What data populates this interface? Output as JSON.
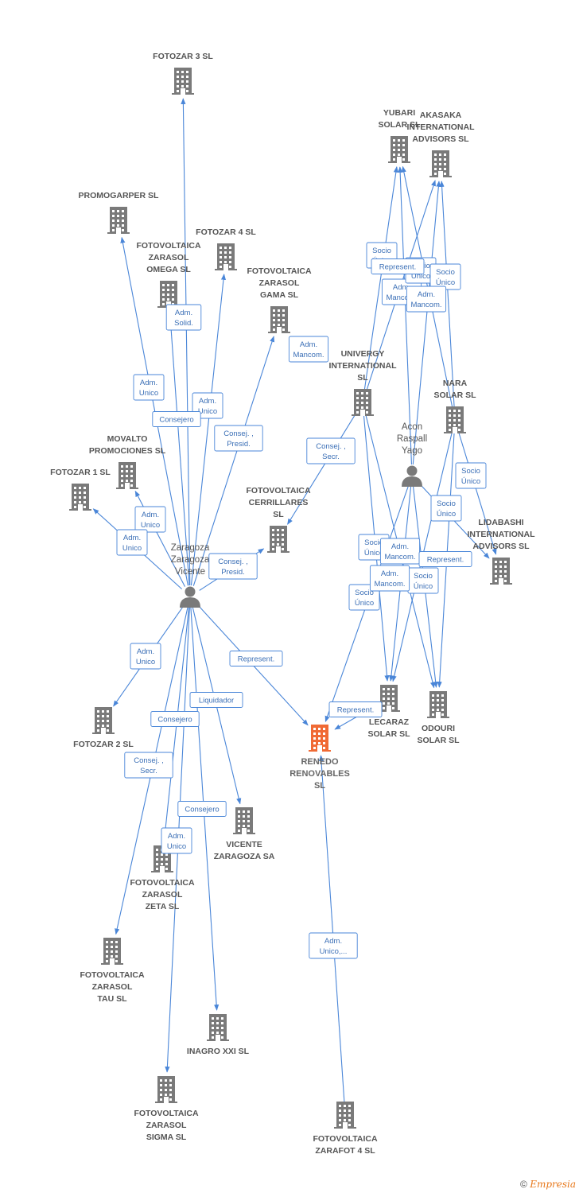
{
  "nodes": [
    {
      "id": "fotozar3",
      "kind": "company",
      "lines": [
        "FOTOZAR 3  SL"
      ]
    },
    {
      "id": "promogarper",
      "kind": "company",
      "lines": [
        "PROMOGARPER SL"
      ]
    },
    {
      "id": "fotozar4",
      "kind": "company",
      "lines": [
        "FOTOZAR 4  SL"
      ]
    },
    {
      "id": "omega",
      "kind": "company",
      "lines": [
        "FOTOVOLTAICA",
        "ZARASOL",
        "OMEGA  SL"
      ]
    },
    {
      "id": "gama",
      "kind": "company",
      "lines": [
        "FOTOVOLTAICA",
        "ZARASOL",
        "GAMA  SL"
      ]
    },
    {
      "id": "yubari",
      "kind": "company",
      "lines": [
        "YUBARI",
        "SOLAR  SL"
      ]
    },
    {
      "id": "akasaka",
      "kind": "company",
      "lines": [
        "AKASAKA",
        "INTERNATIONAL",
        "ADVISORS  SL"
      ]
    },
    {
      "id": "univergy",
      "kind": "company",
      "lines": [
        "UNIVERGY",
        "INTERNATIONAL",
        "SL"
      ]
    },
    {
      "id": "nara",
      "kind": "company",
      "lines": [
        "NARA",
        "SOLAR  SL"
      ]
    },
    {
      "id": "movalto",
      "kind": "company",
      "lines": [
        "MOVALTO",
        "PROMOCIONES SL"
      ]
    },
    {
      "id": "fotozar1",
      "kind": "company",
      "lines": [
        "FOTOZAR 1  SL"
      ]
    },
    {
      "id": "cerrillares",
      "kind": "company",
      "lines": [
        "FOTOVOLTAICA",
        "CERRILLARES",
        "SL"
      ]
    },
    {
      "id": "acon",
      "kind": "person",
      "lines": [
        "Acon",
        "Raspall",
        "Yago"
      ]
    },
    {
      "id": "lidabashi",
      "kind": "company",
      "lines": [
        "LIDABASHI",
        "INTERNATIONAL",
        "ADVISORS  SL"
      ]
    },
    {
      "id": "zaragoza",
      "kind": "person",
      "lines": [
        "Zaragoza",
        "Zaragoza",
        "Vicente"
      ]
    },
    {
      "id": "lecaraz",
      "kind": "company",
      "lines": [
        "LECARAZ",
        "SOLAR  SL"
      ]
    },
    {
      "id": "odouri",
      "kind": "company",
      "lines": [
        "ODOURI",
        "SOLAR  SL"
      ]
    },
    {
      "id": "fotozar2",
      "kind": "company",
      "lines": [
        "FOTOZAR 2  SL"
      ]
    },
    {
      "id": "renedo",
      "kind": "main",
      "lines": [
        "RENEDO",
        "RENOVABLES",
        "SL"
      ]
    },
    {
      "id": "vicente_sa",
      "kind": "company",
      "lines": [
        "VICENTE",
        "ZARAGOZA SA"
      ]
    },
    {
      "id": "zeta",
      "kind": "company",
      "lines": [
        "FOTOVOLTAICA",
        "ZARASOL",
        "ZETA  SL"
      ]
    },
    {
      "id": "tau",
      "kind": "company",
      "lines": [
        "FOTOVOLTAICA",
        "ZARASOL",
        "TAU  SL"
      ]
    },
    {
      "id": "inagro",
      "kind": "company",
      "lines": [
        "INAGRO XXI SL"
      ]
    },
    {
      "id": "sigma",
      "kind": "company",
      "lines": [
        "FOTOVOLTAICA",
        "ZARASOL",
        "SIGMA  SL"
      ]
    },
    {
      "id": "zarafot4",
      "kind": "company",
      "lines": [
        "FOTOVOLTAICA",
        "ZARAFOT 4  SL"
      ]
    }
  ],
  "edges": [
    {
      "from": "zaragoza",
      "to": "fotozar3",
      "label": [
        "Adm.",
        "Solid."
      ]
    },
    {
      "from": "zaragoza",
      "to": "promogarper",
      "label": [
        "Adm.",
        "Unico"
      ]
    },
    {
      "from": "zaragoza",
      "to": "fotozar4",
      "label": [
        "Adm.",
        "Unico"
      ]
    },
    {
      "from": "zaragoza",
      "to": "omega",
      "label": [
        "Consejero"
      ]
    },
    {
      "from": "zaragoza",
      "to": "gama",
      "label": [
        "Consej. ,",
        "Presid."
      ]
    },
    {
      "from": "zaragoza",
      "to": "movalto",
      "label": [
        "Adm.",
        "Unico"
      ]
    },
    {
      "from": "zaragoza",
      "to": "fotozar1",
      "label": [
        "Adm.",
        "Unico"
      ]
    },
    {
      "from": "zaragoza",
      "to": "cerrillares",
      "label": [
        "Consej. ,",
        "Presid."
      ]
    },
    {
      "from": "zaragoza",
      "to": "fotozar2",
      "label": [
        "Adm.",
        "Unico"
      ]
    },
    {
      "from": "zaragoza",
      "to": "renedo",
      "label": [
        "Represent."
      ]
    },
    {
      "from": "zaragoza",
      "to": "vicente_sa",
      "label": [
        "Liquidador"
      ]
    },
    {
      "from": "zaragoza",
      "to": "zeta",
      "label": [
        "Consej. ,",
        "Secr."
      ]
    },
    {
      "from": "zaragoza",
      "to": "tau",
      "label": [
        "Consejero"
      ]
    },
    {
      "from": "zaragoza",
      "to": "inagro",
      "label": [
        "Adm.",
        "Unico"
      ]
    },
    {
      "from": "zaragoza",
      "to": "sigma",
      "label": [
        "Consejero"
      ]
    },
    {
      "from": "univergy",
      "to": "cerrillares",
      "label": [
        "Consej. ,",
        "Secr."
      ]
    },
    {
      "from": "univergy",
      "to": "yubari",
      "label": [
        "Socio",
        "Único"
      ]
    },
    {
      "from": "univergy",
      "to": "akasaka",
      "label": [
        "Adm.",
        "Mancom."
      ]
    },
    {
      "from": "acon",
      "to": "yubari",
      "label": [
        "Socio",
        "Único"
      ]
    },
    {
      "from": "acon",
      "to": "akasaka",
      "label": [
        "Socio",
        "Único"
      ]
    },
    {
      "from": "nara",
      "to": "yubari",
      "label": [
        "Socio",
        "Único"
      ]
    },
    {
      "from": "nara",
      "to": "akasaka",
      "label": [
        "Socio",
        "Único"
      ]
    },
    {
      "from": "nara",
      "to": "lidabashi",
      "label": [
        "Socio",
        "Único"
      ]
    },
    {
      "from": "acon",
      "to": "lidabashi",
      "label": [
        "Adm.",
        "Mancom."
      ]
    },
    {
      "from": "univergy",
      "to": "lecaraz",
      "label": [
        "Socio",
        "Único"
      ]
    },
    {
      "from": "univergy",
      "to": "odouri",
      "label": [
        "Socio",
        "Único"
      ]
    },
    {
      "from": "acon",
      "to": "lecaraz",
      "label": [
        "Represent."
      ]
    },
    {
      "from": "acon",
      "to": "odouri",
      "label": [
        "Represent."
      ]
    },
    {
      "from": "nara",
      "to": "lecaraz",
      "label": [
        "Adm.",
        "Unico,..."
      ]
    },
    {
      "from": "nara",
      "to": "odouri",
      "label": [
        "Adm.",
        "Mancom."
      ]
    },
    {
      "from": "acon",
      "to": "renedo",
      "label": [
        "Represent."
      ]
    },
    {
      "from": "lecaraz",
      "to": "renedo",
      "label": [
        "Adm.",
        "Mancom."
      ]
    },
    {
      "from": "zarafot4",
      "to": "renedo",
      "label": [
        "Adm.",
        "Mancom."
      ]
    }
  ],
  "footer": {
    "copyright": "©",
    "brand": "Empresia"
  },
  "colors": {
    "edge": "#4a86d8",
    "company": "#7a7a7a",
    "main": "#f06a35",
    "person": "#7a7a7a"
  }
}
